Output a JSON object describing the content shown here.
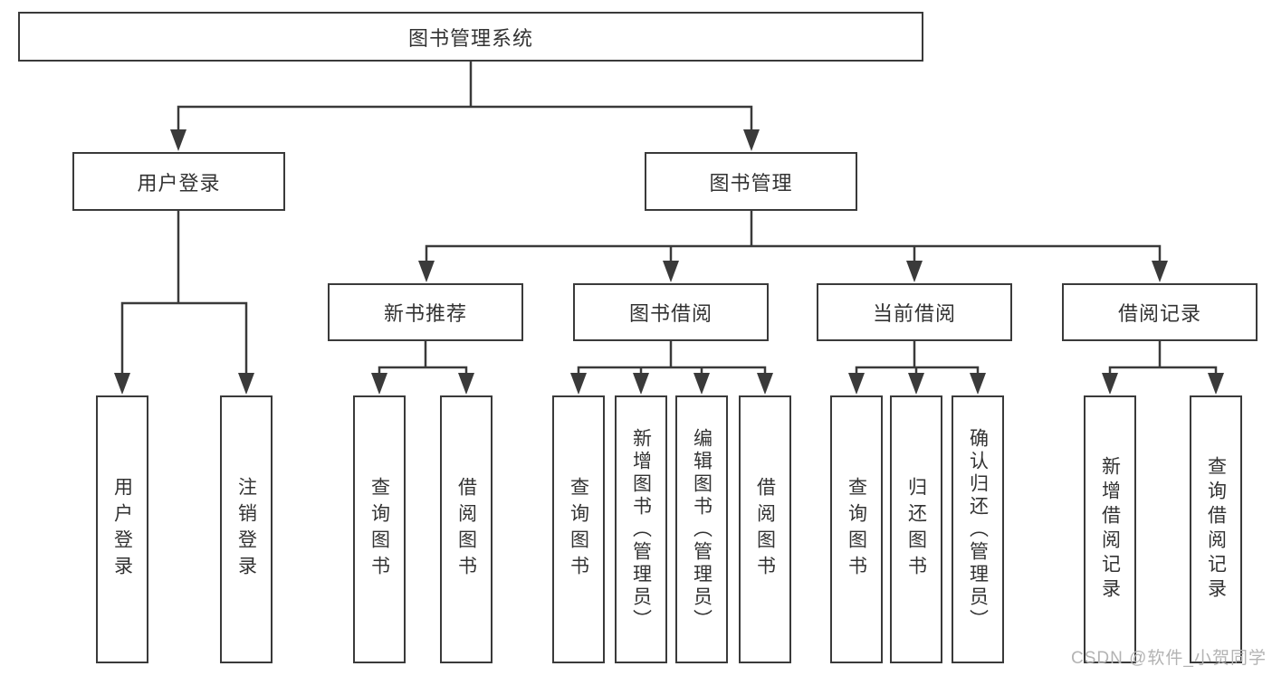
{
  "page": {
    "background": "#ffffff",
    "box_border_color": "#3a3a3a",
    "connector_color": "#3a3a3a",
    "text_color": "#333333",
    "watermark_color": "#b3b3b3"
  },
  "tree": {
    "root": {
      "label": "图书管理系统"
    },
    "branches": [
      {
        "label": "用户登录",
        "children": [
          {
            "label": "用户登录"
          },
          {
            "label": "注销登录"
          }
        ]
      },
      {
        "label": "图书管理",
        "children": [
          {
            "label": "新书推荐",
            "children": [
              {
                "label": "查询图书"
              },
              {
                "label": "借阅图书"
              }
            ]
          },
          {
            "label": "图书借阅",
            "children": [
              {
                "label": "查询图书"
              },
              {
                "label": "新增图书（管理员）"
              },
              {
                "label": "编辑图书（管理员）"
              },
              {
                "label": "借阅图书"
              }
            ]
          },
          {
            "label": "当前借阅",
            "children": [
              {
                "label": "查询图书"
              },
              {
                "label": "归还图书"
              },
              {
                "label": "确认归还（管理员）"
              }
            ]
          },
          {
            "label": "借阅记录",
            "children": [
              {
                "label": "新增借阅记录"
              },
              {
                "label": "查询借阅记录"
              }
            ]
          }
        ]
      }
    ]
  },
  "watermark": {
    "text": "CSDN @软件_小贺同学"
  }
}
